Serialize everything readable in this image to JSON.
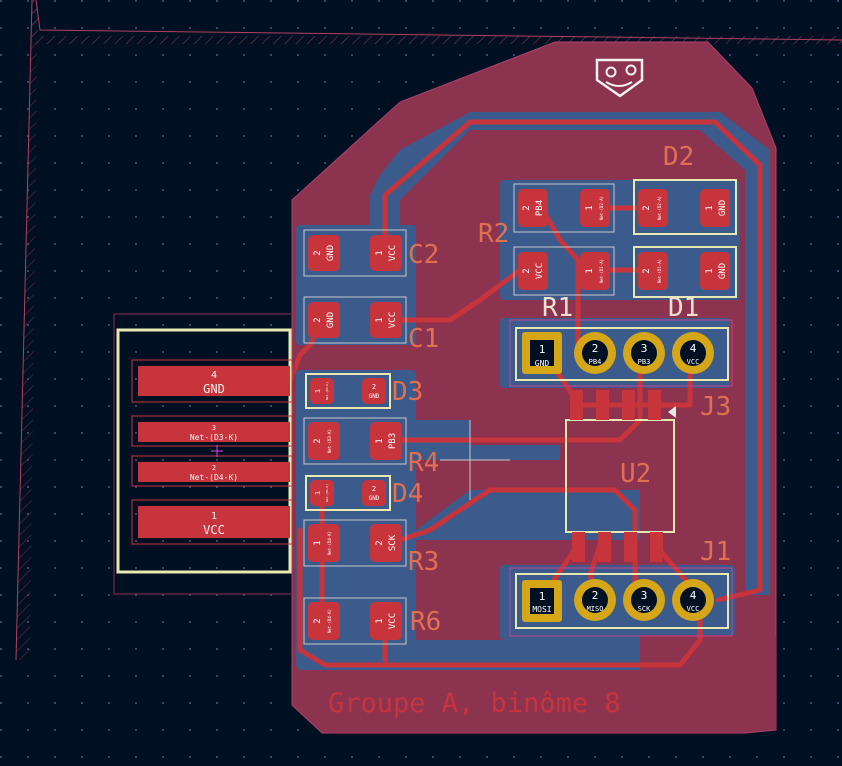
{
  "board": {
    "silk_text": "Groupe A, binôme 8",
    "colors": {
      "background": "#001023",
      "board": "#8c3350",
      "copper_back": "#3a5b8c",
      "copper_front": "#c8343c",
      "silkscreen_ref": "#e07050",
      "pad_gold": "#d4a618",
      "courtyard": "#e8e8b0",
      "fab": "#c8c8c8"
    }
  },
  "designators": {
    "C2": "C2",
    "C1": "C1",
    "R2": "R2",
    "D2": "D2",
    "R1": "R1",
    "D1": "D1",
    "D3": "D3",
    "R4": "R4",
    "D4": "D4",
    "R3": "R3",
    "R6": "R6",
    "J3": "J3",
    "U2": "U2",
    "J1": "J1"
  },
  "pad_labels": {
    "gnd": "GND",
    "vcc": "VCC",
    "pb4": "PB4",
    "pb3": "PB3",
    "sck": "SCK",
    "mosi": "MOSI",
    "miso": "MISO",
    "n1": "1",
    "n2": "2",
    "n3": "3",
    "n4": "4",
    "small_a": "Net-(D1-A)",
    "small_b": "Net-(D2-A)",
    "small_c": "Net-(D3-K)",
    "small_d": "Net-(D4-K)"
  },
  "usb_connector": {
    "pads": [
      {
        "num": "4",
        "net": "GND"
      },
      {
        "num": "3",
        "net": "Net-(D3-K)"
      },
      {
        "num": "2",
        "net": "Net-(D4-K)"
      },
      {
        "num": "1",
        "net": "VCC"
      }
    ]
  },
  "header_j1": {
    "pins": [
      {
        "num": "1",
        "net": "MOSI"
      },
      {
        "num": "2",
        "net": "MISO"
      },
      {
        "num": "3",
        "net": "SCK"
      },
      {
        "num": "4",
        "net": "VCC"
      }
    ]
  },
  "header_j3": {
    "pins": [
      {
        "num": "1",
        "net": "GND"
      },
      {
        "num": "2",
        "net": "PB4"
      },
      {
        "num": "3",
        "net": "PB3"
      },
      {
        "num": "4",
        "net": "VCC"
      }
    ]
  }
}
